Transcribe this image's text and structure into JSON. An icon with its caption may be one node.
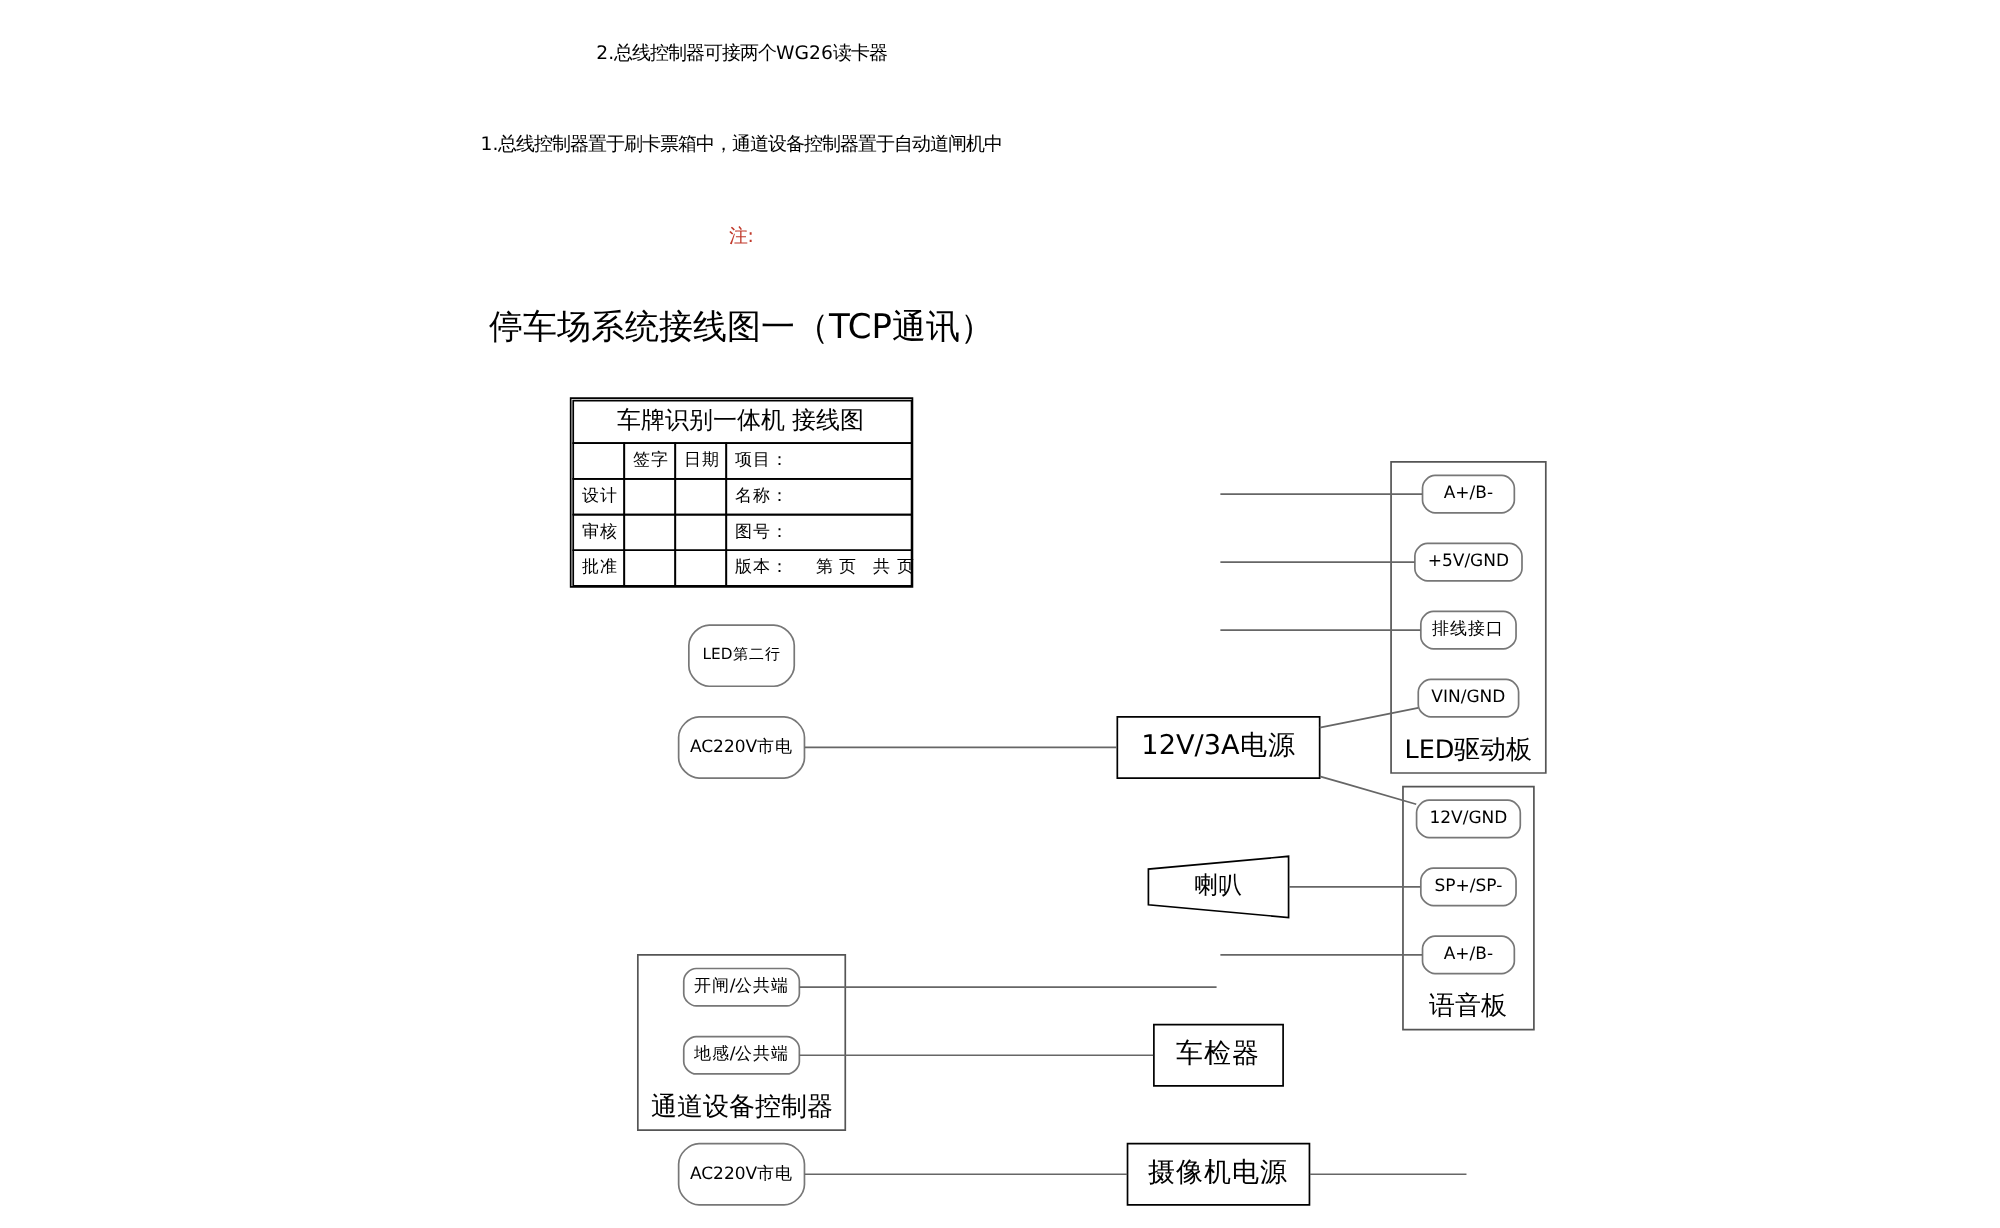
{
  "diagram": {
    "nodes": [
      {
        "text": [
          "AC220V市电"
        ]
      },
      {
        "text": [
          "摄像机电源"
        ]
      },
      {
        "text": [
          "通道设备控制器"
        ]
      },
      {
        "text": [
          "开闸/公共端"
        ],
        "in": 2
      },
      {
        "text": [
          "地感/公共端"
        ],
        "in": 2
      },
      {
        "text": [
          "车检器"
        ]
      },
      {
        "text": [
          "AC220V市电"
        ]
      },
      {
        "text": [
          "12V/3A电源"
        ]
      },
      {
        "text": [
          "喇叭"
        ]
      },
      {
        "text": [
          "LED第二行"
        ]
      },
      {
        "text": [
          "LED驱动板"
        ]
      },
      {
        "text": [
          "VIN/GND"
        ],
        "in": 10
      },
      {
        "text": [
          "+5V/GND"
        ],
        "in": 10
      },
      {
        "text": [
          "A+/B-"
        ],
        "in": 10
      },
      {
        "text": [
          "排线接口"
        ],
        "in": 10
      },
      {
        "text": [
          "语音板"
        ]
      },
      {
        "text": [
          "SP+/SP-"
        ],
        "in": 15
      },
      {
        "text": [
          "12V/GND"
        ],
        "in": 15
      },
      {
        "text": [
          "A+/B-"
        ],
        "in": 15
      }
    ],
    "edges": [
      {
        "from": 0,
        "to": 1,
        "arrow": "none"
      },
      {
        "from": 1,
        "to": null,
        "arrow": "none"
      },
      {
        "from": 3,
        "to": null,
        "arrow": "none"
      },
      {
        "from": 4,
        "to": 5,
        "arrow": "none"
      },
      {
        "from": 6,
        "to": 7,
        "arrow": "none"
      },
      {
        "from": 7,
        "to": 17,
        "arrow": "none"
      },
      {
        "from": 7,
        "to": 11,
        "arrow": "none"
      },
      {
        "from": 8,
        "to": 16,
        "arrow": "none"
      },
      {
        "from": null,
        "to": 13,
        "arrow": "none"
      },
      {
        "from": null,
        "to": 18,
        "arrow": "none"
      },
      {
        "from": null,
        "to": 12,
        "arrow": "none"
      },
      {
        "from": null,
        "to": 14,
        "arrow": "none"
      }
    ],
    "labels": [
      "车牌识别一体机 接线图",
      "签字",
      "日期",
      "项目：",
      "设计",
      "名称：",
      "审核",
      "图号：",
      "批准",
      "版本：",
      "第 页",
      "共 页",
      "停车场系统接线图一（TCP通讯）",
      "注:",
      "1.总线控制器置于刷卡票箱中，通道设备控制器置于自动道闸机中",
      "2.总线控制器可接两个WG26读卡器"
    ]
  }
}
